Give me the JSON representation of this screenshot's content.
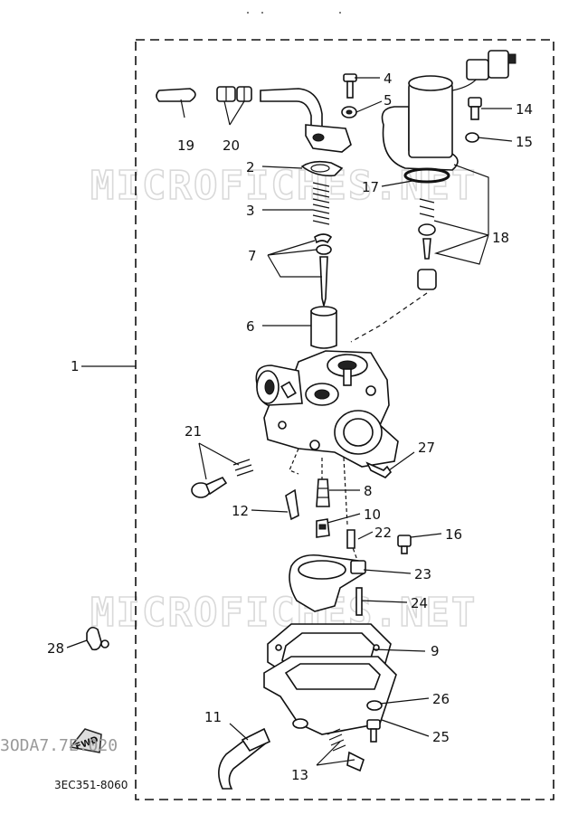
{
  "diagram": {
    "part_code": "3EC351-8060",
    "watermark": "MICROFICHES.NET",
    "fwd_label": "FWD",
    "edge_text": "3ODA7.7E.020",
    "callouts": {
      "c1": "1",
      "c2": "2",
      "c3": "3",
      "c4": "4",
      "c5": "5",
      "c6": "6",
      "c7": "7",
      "c8": "8",
      "c9": "9",
      "c10": "10",
      "c11": "11",
      "c12": "12",
      "c13": "13",
      "c14": "14",
      "c15": "15",
      "c16": "16",
      "c17": "17",
      "c18": "18",
      "c19": "19",
      "c20": "20",
      "c21": "21",
      "c22": "22",
      "c23": "23",
      "c24": "24",
      "c25": "25",
      "c26": "26",
      "c27": "27",
      "c28": "28"
    }
  }
}
